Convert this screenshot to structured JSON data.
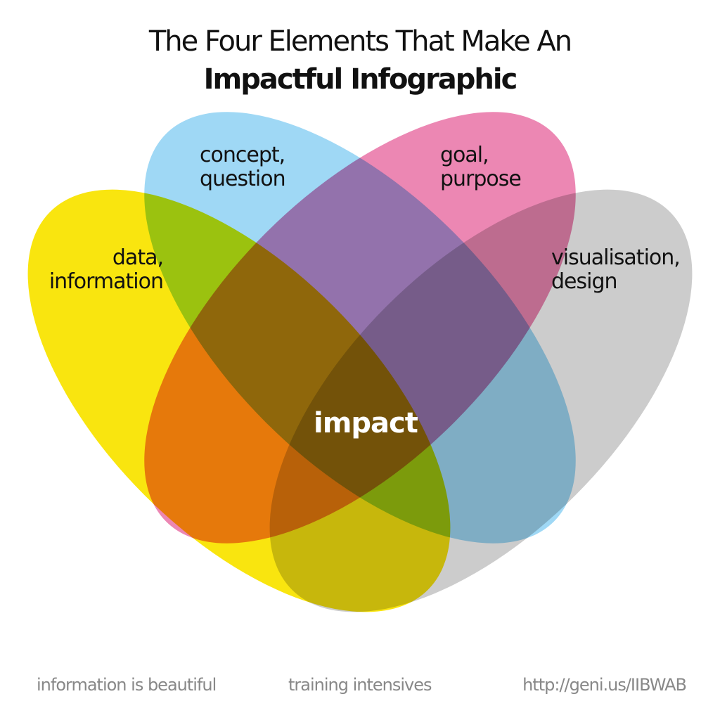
{
  "title": {
    "line1": "The Four Elements That Make An",
    "line2": "Impactful Infographic"
  },
  "sets": [
    {
      "name": "data",
      "line1": "data,",
      "line2": "information",
      "color": "#f9e50f"
    },
    {
      "name": "concept",
      "line1": "concept,",
      "line2": "question",
      "color": "#9fd8f5"
    },
    {
      "name": "goal",
      "line1": "goal,",
      "line2": "purpose",
      "color": "#ec87b3"
    },
    {
      "name": "visualisation",
      "line1": "visualisation,",
      "line2": "design",
      "color": "#cccccc"
    }
  ],
  "center_label": "impact",
  "footer": {
    "left": "information is beautiful",
    "middle": "training intensives",
    "right": "http://geni.us/IIBWAB"
  }
}
